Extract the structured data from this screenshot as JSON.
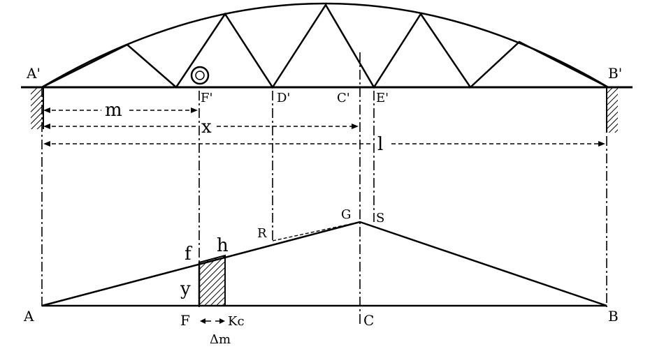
{
  "truss": {
    "labels": {
      "A1": "A'",
      "B1": "B'",
      "F1": "F'",
      "D1": "D'",
      "C1": "C'",
      "E1": "E'"
    },
    "dimensions": {
      "m": "m",
      "x": "x",
      "l": "l"
    },
    "load_symbol": "rolling-load-icon"
  },
  "influence_line": {
    "labels": {
      "A": "A",
      "B": "B",
      "C": "C",
      "F": "F",
      "G": "G",
      "S": "S",
      "R": "R",
      "f": "f",
      "h": "h",
      "y": "y",
      "Kc": "Kc",
      "dm": "Δm"
    }
  }
}
